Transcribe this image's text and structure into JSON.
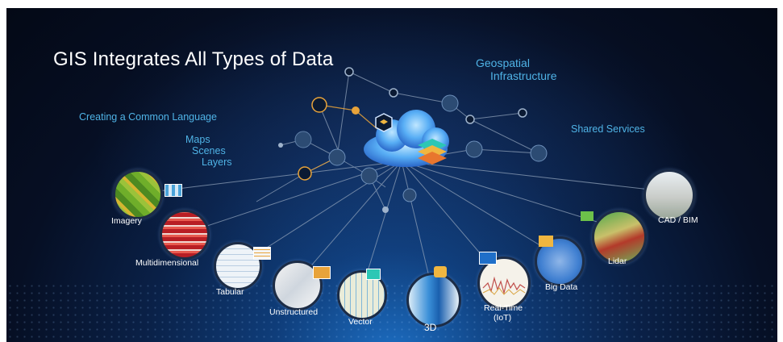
{
  "slide": {
    "title": "GIS Integrates All Types of Data",
    "callouts": {
      "geospatial_line1": "Geospatial",
      "geospatial_line2": "Infrastructure",
      "common_language": "Creating a Common Language",
      "maps": "Maps",
      "scenes": "Scenes",
      "layers": "Layers",
      "shared_services": "Shared Services"
    },
    "data_types": [
      {
        "key": "imagery",
        "label": "Imagery",
        "icon": "imagery-icon"
      },
      {
        "key": "multidimensional",
        "label": "Multidimensional",
        "icon": "multidimensional-icon"
      },
      {
        "key": "tabular",
        "label": "Tabular",
        "icon": "tabular-icon"
      },
      {
        "key": "unstructured",
        "label": "Unstructured",
        "icon": "unstructured-icon"
      },
      {
        "key": "vector",
        "label": "Vector",
        "icon": "vector-icon"
      },
      {
        "key": "3d",
        "label": "3D",
        "icon": "3d-buildings-icon"
      },
      {
        "key": "realtime",
        "label_line1": "Real-Time",
        "label_line2": "(IoT)",
        "icon": "real-time-chart-icon"
      },
      {
        "key": "bigdata",
        "label": "Big Data",
        "icon": "big-data-icon"
      },
      {
        "key": "lidar",
        "label": "Lidar",
        "icon": "lidar-icon"
      },
      {
        "key": "cadbim",
        "label": "CAD / BIM",
        "icon": "cad-bim-icon"
      }
    ],
    "colors": {
      "title": "#ffffff",
      "callout": "#4fb3e6",
      "background": "#060f24",
      "accent_node": "#e8a33a",
      "cloud": "#5ab4ff"
    }
  }
}
